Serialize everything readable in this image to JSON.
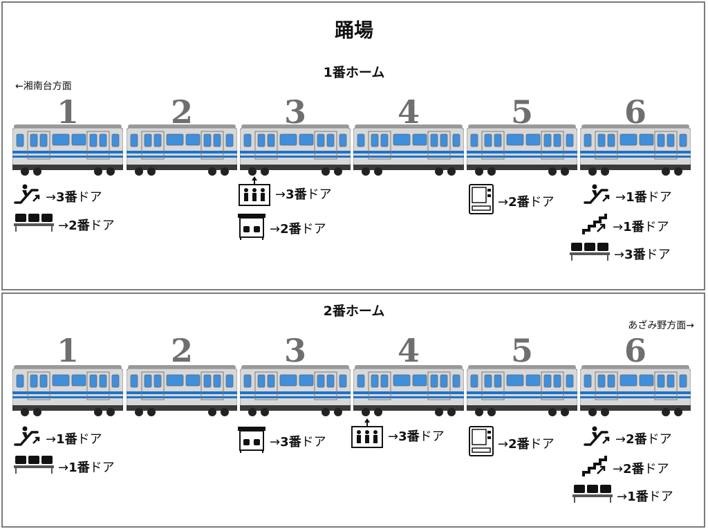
{
  "title": "踊場",
  "colors": {
    "car_body": "#d8d8d8",
    "car_stripe": "#1e73c8",
    "window": "#3f8fdc",
    "number": "#6f6f6f",
    "border": "#7a7a7a"
  },
  "platforms": [
    {
      "name": "1番ホーム",
      "direction": "←湘南台方面",
      "cars": [
        "1",
        "2",
        "3",
        "4",
        "5",
        "6"
      ],
      "facilities": [
        {
          "car": 1,
          "row": 0,
          "icon": "escalator-icon",
          "arrow": "→",
          "num": "3番",
          "door": "ドア"
        },
        {
          "car": 1,
          "row": 1,
          "icon": "bench-icon",
          "arrow": "→",
          "num": "2番",
          "door": "ドア"
        },
        {
          "car": 3,
          "row": 0,
          "icon": "elevator-icon",
          "arrow": "→",
          "num": "3番",
          "door": "ドア"
        },
        {
          "car": 3,
          "row": 1,
          "icon": "waiting-room-icon",
          "arrow": "→",
          "num": "2番",
          "door": "ドア"
        },
        {
          "car": 5,
          "row": 0,
          "icon": "vending-machine-icon",
          "arrow": "→",
          "num": "2番",
          "door": "ドア"
        },
        {
          "car": 6,
          "row": 0,
          "icon": "escalator-icon",
          "arrow": "→",
          "num": "1番",
          "door": "ドア"
        },
        {
          "car": 6,
          "row": 1,
          "icon": "stairs-icon",
          "arrow": "→",
          "num": "1番",
          "door": "ドア"
        },
        {
          "car": 6,
          "row": 2,
          "icon": "bench-icon",
          "arrow": "→",
          "num": "3番",
          "door": "ドア"
        }
      ]
    },
    {
      "name": "2番ホーム",
      "direction": "あざみ野方面→",
      "cars": [
        "1",
        "2",
        "3",
        "4",
        "5",
        "6"
      ],
      "facilities": [
        {
          "car": 1,
          "row": 0,
          "icon": "escalator-icon",
          "arrow": "→",
          "num": "1番",
          "door": "ドア"
        },
        {
          "car": 1,
          "row": 1,
          "icon": "bench-icon",
          "arrow": "→",
          "num": "1番",
          "door": "ドア"
        },
        {
          "car": 3,
          "row": 0,
          "icon": "waiting-room-icon",
          "arrow": "→",
          "num": "3番",
          "door": "ドア"
        },
        {
          "car": 4,
          "row": 0,
          "icon": "elevator-icon",
          "arrow": "→",
          "num": "3番",
          "door": "ドア"
        },
        {
          "car": 5,
          "row": 0,
          "icon": "vending-machine-icon",
          "arrow": "→",
          "num": "2番",
          "door": "ドア"
        },
        {
          "car": 6,
          "row": 0,
          "icon": "escalator-icon",
          "arrow": "→",
          "num": "2番",
          "door": "ドア"
        },
        {
          "car": 6,
          "row": 1,
          "icon": "stairs-icon",
          "arrow": "→",
          "num": "2番",
          "door": "ドア"
        },
        {
          "car": 6,
          "row": 2,
          "icon": "bench-icon",
          "arrow": "→",
          "num": "1番",
          "door": "ドア"
        }
      ]
    }
  ]
}
